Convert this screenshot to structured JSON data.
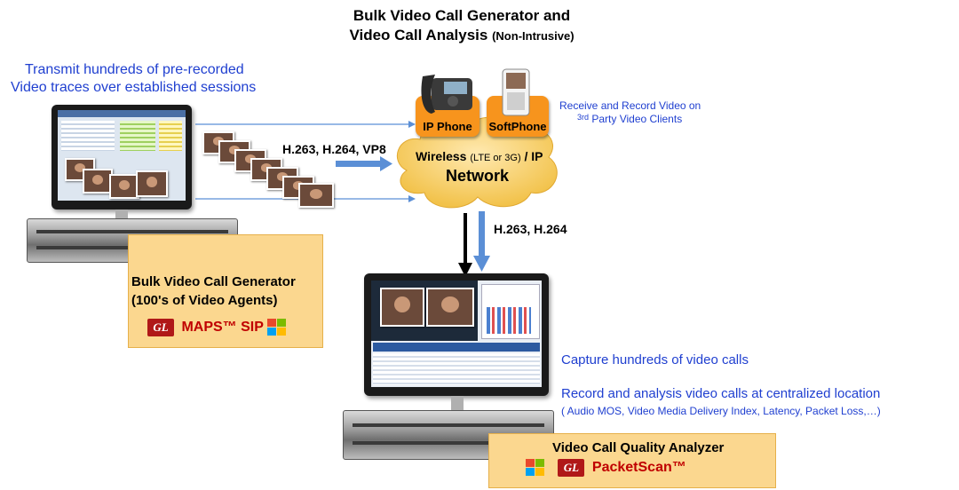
{
  "title_line1": "Bulk Video Call Generator and",
  "title_line2_main": "Video Call Analysis",
  "title_line2_sub": "(Non-Intrusive)",
  "transmit_line1": "Transmit hundreds of pre-recorded",
  "transmit_line2": "Video traces over established sessions",
  "codecs_top": "H.263, H.264, VP8",
  "codecs_down": "H.263, H.264",
  "network": {
    "wireless": "Wireless",
    "wireless_sub": "(LTE or 3G)",
    "ip": "/ IP",
    "label": "Network"
  },
  "devices": {
    "ip_phone": "IP Phone",
    "softphone": "SoftPhone"
  },
  "receive_line1": "Receive and Record Video on",
  "receive_line2_sup": "3rd",
  "receive_line2": "Party Video Clients",
  "generator": {
    "line1": "Bulk Video Call Generator",
    "line2": "(100's of Video Agents)",
    "product": "MAPS™ SIP"
  },
  "capture_text": "Capture hundreds of video calls",
  "record_text": "Record and analysis video calls at centralized location",
  "metrics_text": "( Audio MOS, Video Media Delivery Index, Latency, Packet Loss,…)",
  "analyzer": {
    "line1": "Video Call Quality Analyzer",
    "product": "PacketScan™"
  },
  "logo_gl": "GL",
  "colors": {
    "blue_text": "#1f3fd0",
    "orange": "#f7941d",
    "box_fill": "#fbd78f",
    "brand_red": "#b01818",
    "arrow_blue": "#5b8fd6"
  }
}
